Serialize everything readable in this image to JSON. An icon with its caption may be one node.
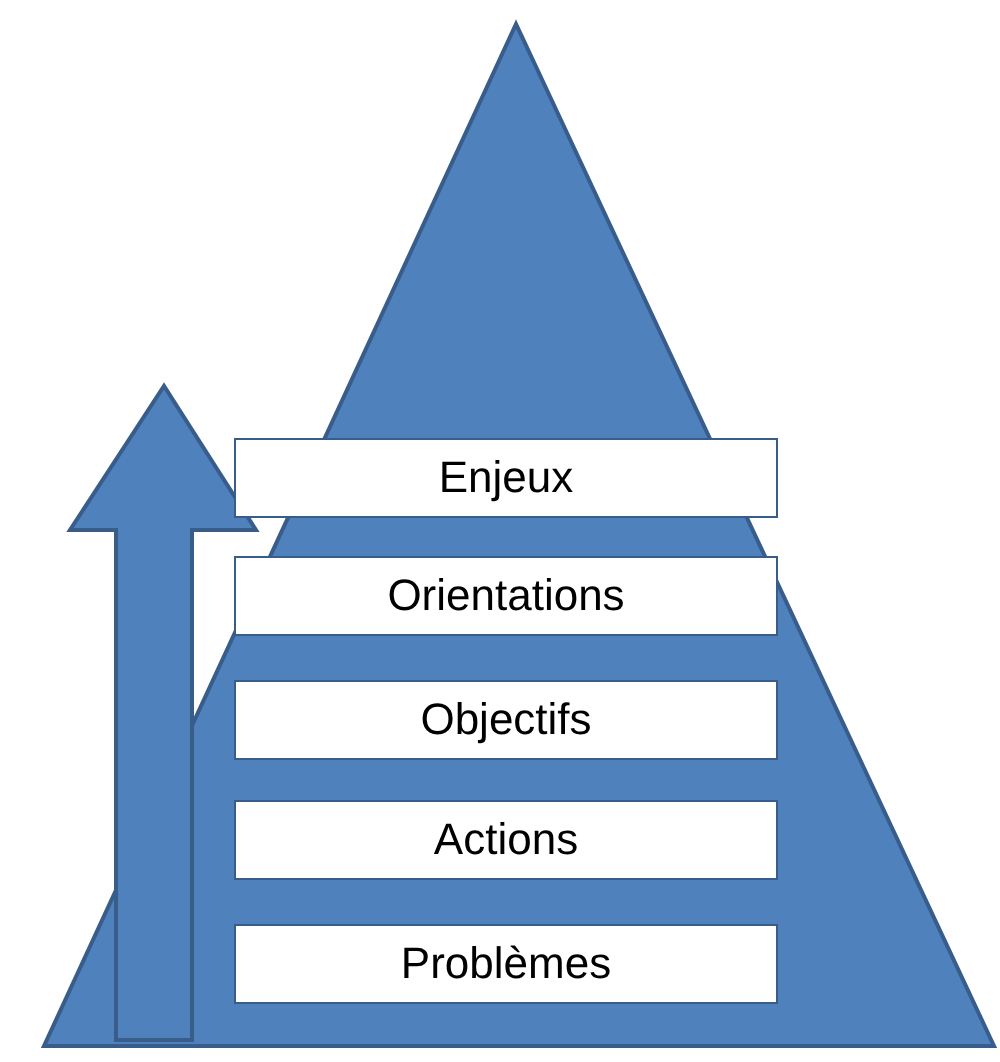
{
  "diagram": {
    "nodes": [
      {
        "text": [
          "Enjeux"
        ]
      },
      {
        "text": [
          "Orientations"
        ]
      },
      {
        "text": [
          "Objectifs"
        ]
      },
      {
        "text": [
          "Actions"
        ]
      },
      {
        "text": [
          "Problèmes"
        ]
      }
    ]
  }
}
